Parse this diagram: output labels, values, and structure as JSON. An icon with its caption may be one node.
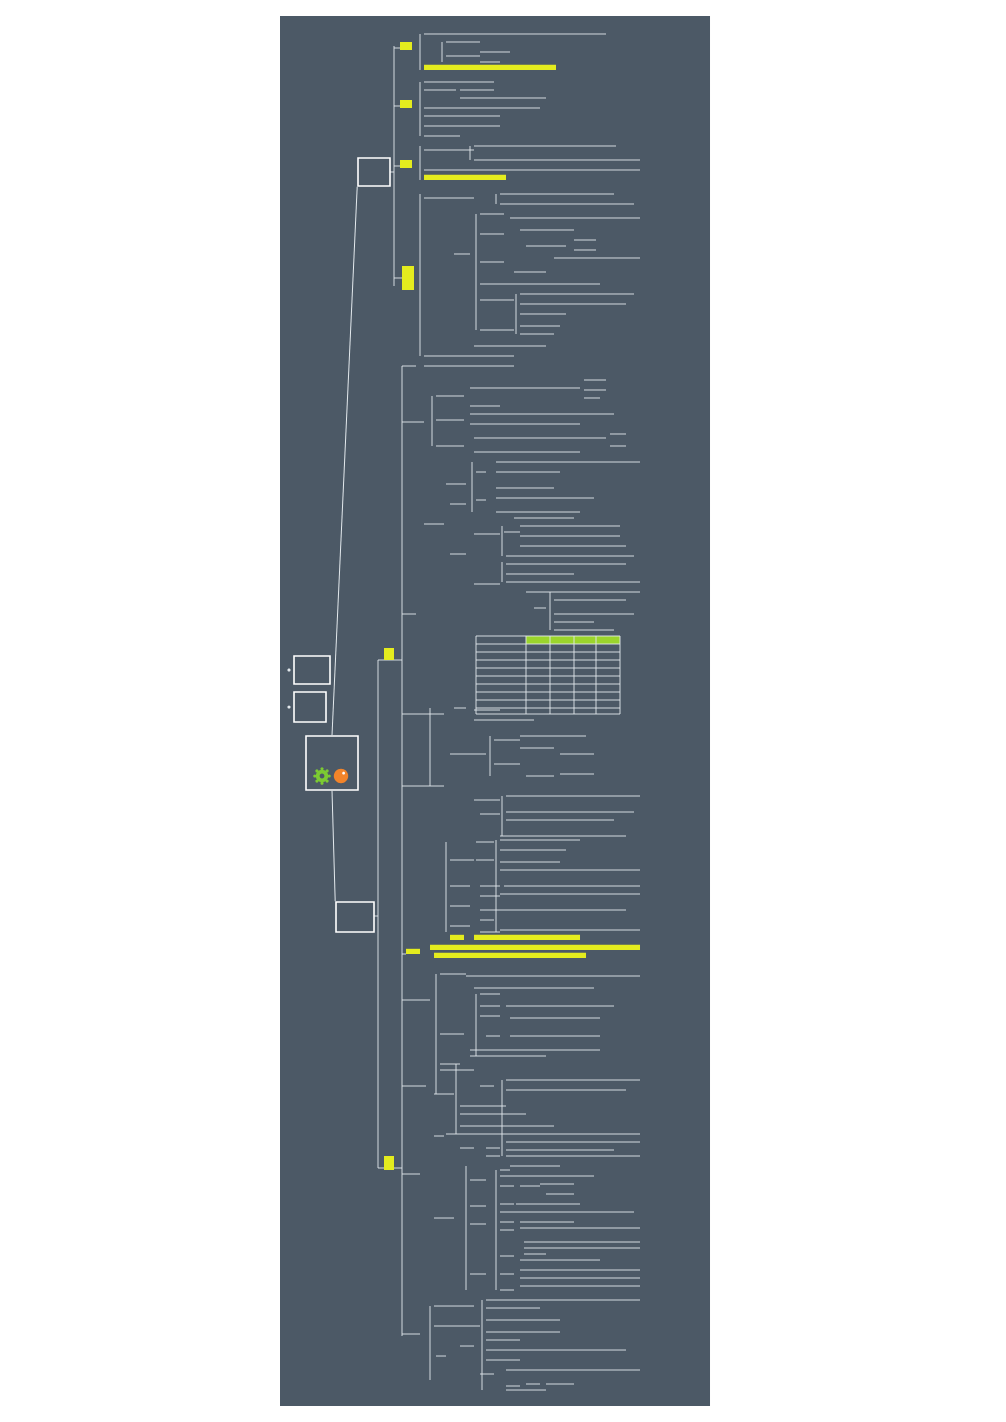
{
  "diagram": {
    "nodes": [
      {
        "text": [],
        "shape": "box"
      },
      {
        "text": [],
        "shape": "box"
      },
      {
        "text": [],
        "shape": "box"
      },
      {
        "text": [],
        "shape": "box"
      },
      {
        "text": [],
        "shape": "box"
      }
    ],
    "edges": [
      {
        "from": 0,
        "to": 3,
        "arrow": "none"
      },
      {
        "from": 0,
        "to": 4,
        "arrow": "none"
      }
    ]
  }
}
